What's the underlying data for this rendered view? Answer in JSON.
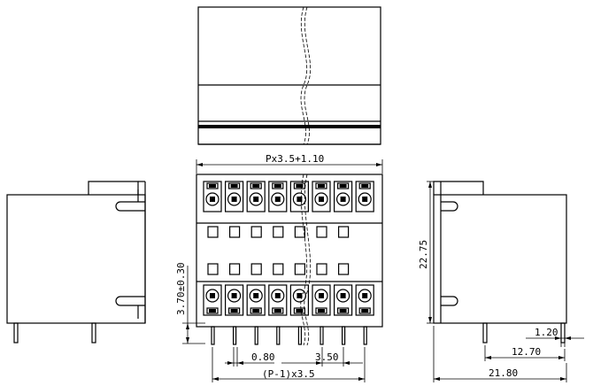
{
  "dimensions": {
    "pitch_width": "Px3.5+1.10",
    "height": "22.75",
    "row_offset": "3.70±0.30",
    "pin_width": "0.80",
    "pitch": "3.50",
    "pin_span": "(P-1)x3.5",
    "pin_thickness": "1.20",
    "pin_depth": "12.70",
    "overall_depth": "21.80"
  }
}
